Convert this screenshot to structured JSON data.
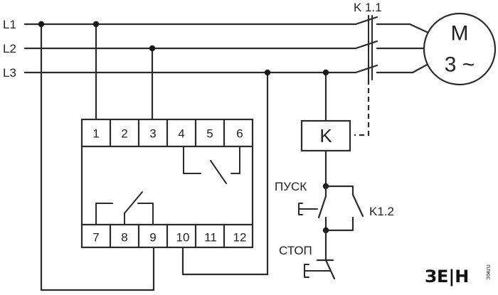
{
  "lines": {
    "l1": "L1",
    "l2": "L2",
    "l3": "L3"
  },
  "terminals": {
    "top": [
      "1",
      "2",
      "3",
      "4",
      "5",
      "6"
    ],
    "bottom": [
      "7",
      "8",
      "9",
      "10",
      "11",
      "12"
    ]
  },
  "contactor": {
    "coil": "K",
    "main_contacts": "K 1.1",
    "aux_contact": "K1.2"
  },
  "motor": {
    "symbol": "M",
    "phase": "3 ~"
  },
  "buttons": {
    "start": "ПУСК",
    "stop": "СТОП"
  },
  "logo": {
    "main": "ЗЕ|Н",
    "side": "плюс"
  }
}
